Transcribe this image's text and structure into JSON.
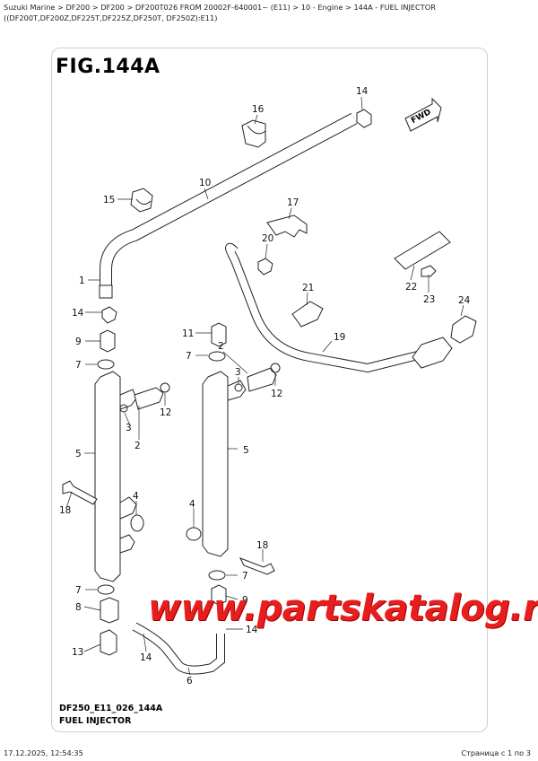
{
  "breadcrumb": "Suzuki Marine > DF200 > DF200 > DF200T026 FROM 20002F-640001~ (E11) > 10 - Engine > 144A - FUEL INJECTOR ((DF200T,DF200Z,DF225T,DF225Z,DF250T, DF250Z):E11)",
  "figure_title": "FIG.144A",
  "fwd_label": "FWD",
  "callouts": {
    "c14a": "14",
    "c16": "16",
    "c10": "10",
    "c15": "15",
    "c17": "17",
    "c20": "20",
    "c1": "1",
    "c22": "22",
    "c23": "23",
    "c24": "24",
    "c21": "21",
    "c19": "19",
    "c14b": "14",
    "c9a": "9",
    "c7a": "7",
    "c11": "11",
    "c7b": "7",
    "c2a": "2",
    "c3a": "3",
    "c12a": "12",
    "c12b": "12",
    "c3b": "3",
    "c2b": "2",
    "c5a": "5",
    "c5b": "5",
    "c4a": "4",
    "c4b": "4",
    "c18a": "18",
    "c18b": "18",
    "c7c": "7",
    "c7d": "7",
    "c9b": "9",
    "c8": "8",
    "c14c": "14",
    "c13": "13",
    "c14d": "14",
    "c6": "6"
  },
  "code_label": "DF250_E11_026_144A",
  "caption": "FUEL INJECTOR",
  "watermark": "www.partskatalog.ru",
  "footer": {
    "timestamp": "17.12.2025, 12:54:35",
    "page_info": "Страница с 1 по 3"
  }
}
